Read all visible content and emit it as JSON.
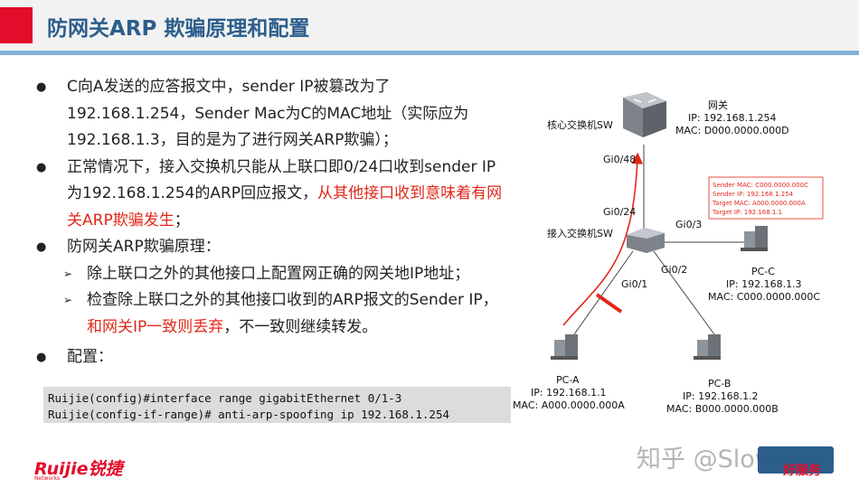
{
  "title": "防网关ARP 欺骗原理和配置",
  "bullets": [
    {
      "text": "C向A发送的应答报文中，sender IP被篡改为了192.168.1.254，Sender Mac为C的MAC地址（实际应为192.168.1.3，目的是为了进行网关ARP欺骗）；"
    },
    {
      "text": "正常情况下，接入交换机只能从上联口即0/24口收到sender IP为192.168.1.254的ARP回应报文，",
      "red": "从其他接口收到意味着有网关ARP欺骗发生",
      "tail": "；"
    },
    {
      "text": "防网关ARP欺骗原理："
    }
  ],
  "sub_bullets": [
    {
      "text": "除上联口之外的其他接口上配置网正确的网关地IP地址；"
    },
    {
      "text": "检查除上联口之外的其他接口收到的ARP报文的Sender IP，",
      "red": "和网关IP一致则丢弃",
      "tail": "，不一致则继续转发。"
    }
  ],
  "config_label": "配置：",
  "code_lines": [
    "Ruijie(config)#interface range gigabitEthernet 0/1-3",
    "Ruijie(config-if-range)# anti-arp-spoofing ip 192.168.1.254"
  ],
  "diagram": {
    "core_switch_label": "核心交换机SW",
    "gateway": {
      "name": "网关",
      "ip": "IP:  192.168.1.254",
      "mac": "MAC:  D000.0000.000D"
    },
    "access_switch_label": "接入交换机SW",
    "ports": {
      "g048": "Gi0/48",
      "g024": "Gi0/24",
      "g03": "Gi0/3",
      "g02": "Gi0/2",
      "g01": "Gi0/1"
    },
    "arp_box": [
      "Sender MAC:  C000.0000.000C",
      "Sender IP:  192.168.1.254",
      "Target MAC:  A000.0000.000A",
      "Target IP:  192.168.1.1"
    ],
    "pc_a": {
      "name": "PC-A",
      "ip": "IP:  192.168.1.1",
      "mac": "MAC:  A000.0000.000A"
    },
    "pc_b": {
      "name": "PC-B",
      "ip": "IP:  192.168.1.2",
      "mac": "MAC:  B000.0000.000B"
    },
    "pc_c": {
      "name": "PC-C",
      "ip": "IP:  192.168.1.3",
      "mac": "MAC:  C000.0000.000C"
    }
  },
  "footer": {
    "logo": "Ruijie锐捷",
    "logo_sub": "Networks",
    "watermark": "知乎 @SlowSnail",
    "service": "好服务"
  },
  "colors": {
    "accent": "#e30c2a",
    "title": "#2c5e8c",
    "rule": "#7fb0d6",
    "highlight": "#e0281a"
  }
}
